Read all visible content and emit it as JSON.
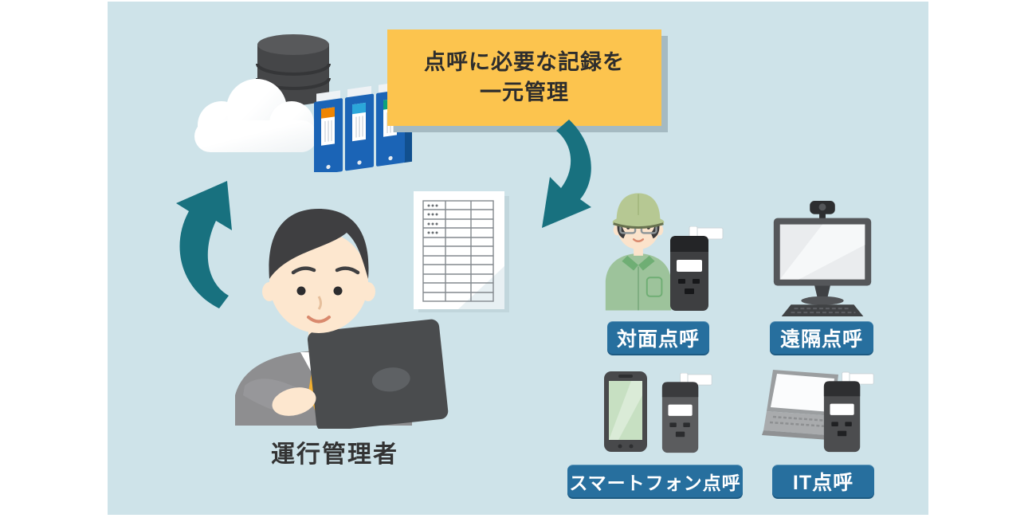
{
  "diagram": {
    "callout": {
      "line1": "点呼に必要な記録を",
      "line2": "一元管理"
    },
    "manager": {
      "label": "運行管理者"
    },
    "methods": [
      {
        "id": "face-to-face",
        "label": "対面点呼"
      },
      {
        "id": "remote",
        "label": "遠隔点呼"
      },
      {
        "id": "smartphone",
        "label": "スマートフォン点呼"
      },
      {
        "id": "it",
        "label": "IT点呼"
      }
    ],
    "icons": [
      "cloud-icon",
      "database-icon",
      "binders-icon",
      "spreadsheet-icon",
      "cycle-up-arrow-icon",
      "flow-down-arrow-icon",
      "manager-illustration",
      "driver-illustration",
      "breathalyzer-icon",
      "desktop-webcam-icon",
      "smartphone-icon",
      "laptop-icon"
    ],
    "colors": {
      "panel_bg": "#cee3e9",
      "callout_bg": "#fcc44e",
      "callout_shadow": "#a5bac2",
      "arrow_teal": "#18717f",
      "label_bg": "#276f9e",
      "label_text": "#ffffff",
      "binder_blue": "#1b64b6",
      "text_dark": "#2d2d2d"
    }
  }
}
